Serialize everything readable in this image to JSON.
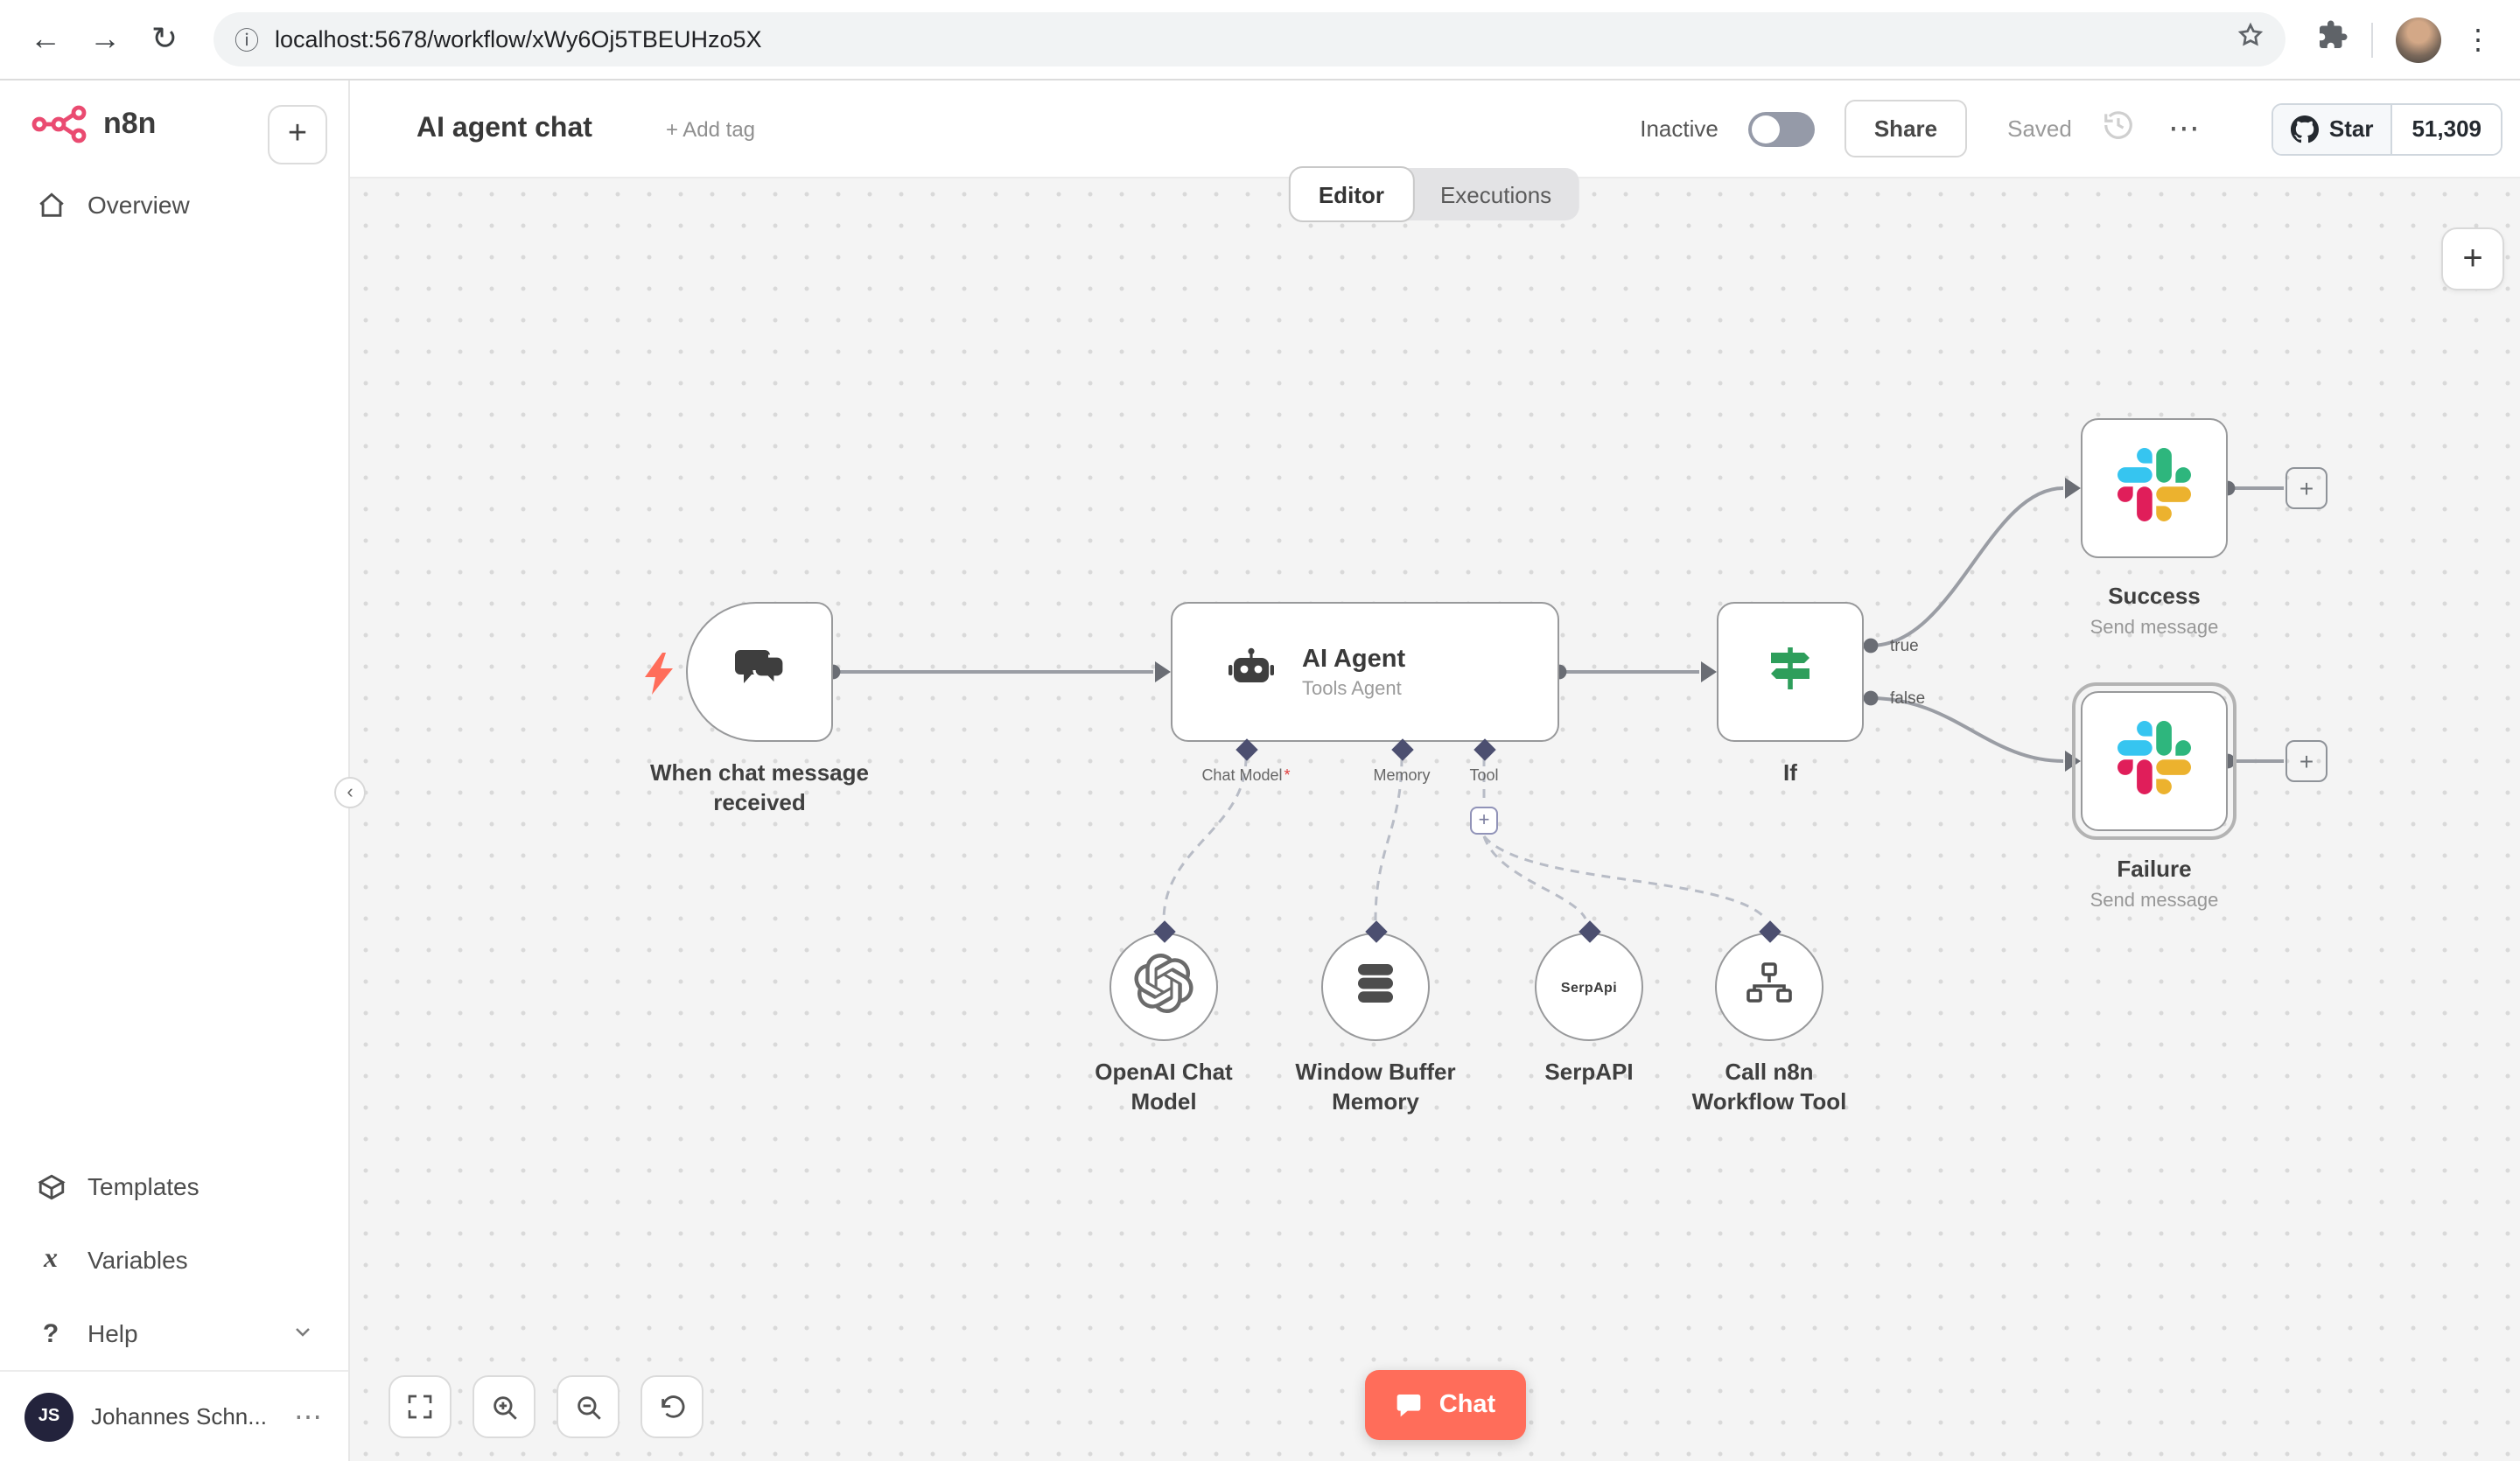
{
  "colors": {
    "brand": "#ea4b71",
    "chat_button": "#ff6d5a",
    "if_icon": "#2e9e5b",
    "slack": [
      "#36C5F0",
      "#2EB67D",
      "#ECB22E",
      "#E01E5A"
    ]
  },
  "browser": {
    "url": "localhost:5678/workflow/xWy6Oj5TBEUHzo5X"
  },
  "sidebar": {
    "logo_text": "n8n",
    "items": [
      {
        "label": "Overview"
      }
    ],
    "bottom_items": [
      {
        "label": "Templates"
      },
      {
        "label": "Variables"
      },
      {
        "label": "Help"
      }
    ],
    "user": {
      "initials": "JS",
      "name": "Johannes Schn..."
    }
  },
  "header": {
    "title": "AI agent chat",
    "add_tag": "+ Add tag",
    "activation": "Inactive",
    "share": "Share",
    "saved": "Saved",
    "github": {
      "star": "Star",
      "count": "51,309"
    }
  },
  "tabs": {
    "editor": "Editor",
    "executions": "Executions"
  },
  "workflow": {
    "trigger": {
      "line1": "When chat message",
      "line2": "received"
    },
    "agent": {
      "title": "AI Agent",
      "subtitle": "Tools Agent",
      "port_chat_model": "Chat Model",
      "required_marker": "*",
      "port_memory": "Memory",
      "port_tool": "Tool"
    },
    "if_node": {
      "label": "If",
      "out_true": "true",
      "out_false": "false"
    },
    "success": {
      "label": "Success",
      "subtitle": "Send message"
    },
    "failure": {
      "label": "Failure",
      "subtitle": "Send message"
    },
    "openai": {
      "line1": "OpenAI Chat",
      "line2": "Model"
    },
    "buffer_memory": {
      "line1": "Window Buffer",
      "line2": "Memory"
    },
    "serpapi": {
      "label": "SerpAPI",
      "badge": "SerpApi"
    },
    "call_n8n": {
      "line1": "Call n8n",
      "line2": "Workflow Tool"
    },
    "chat_button": "Chat"
  }
}
